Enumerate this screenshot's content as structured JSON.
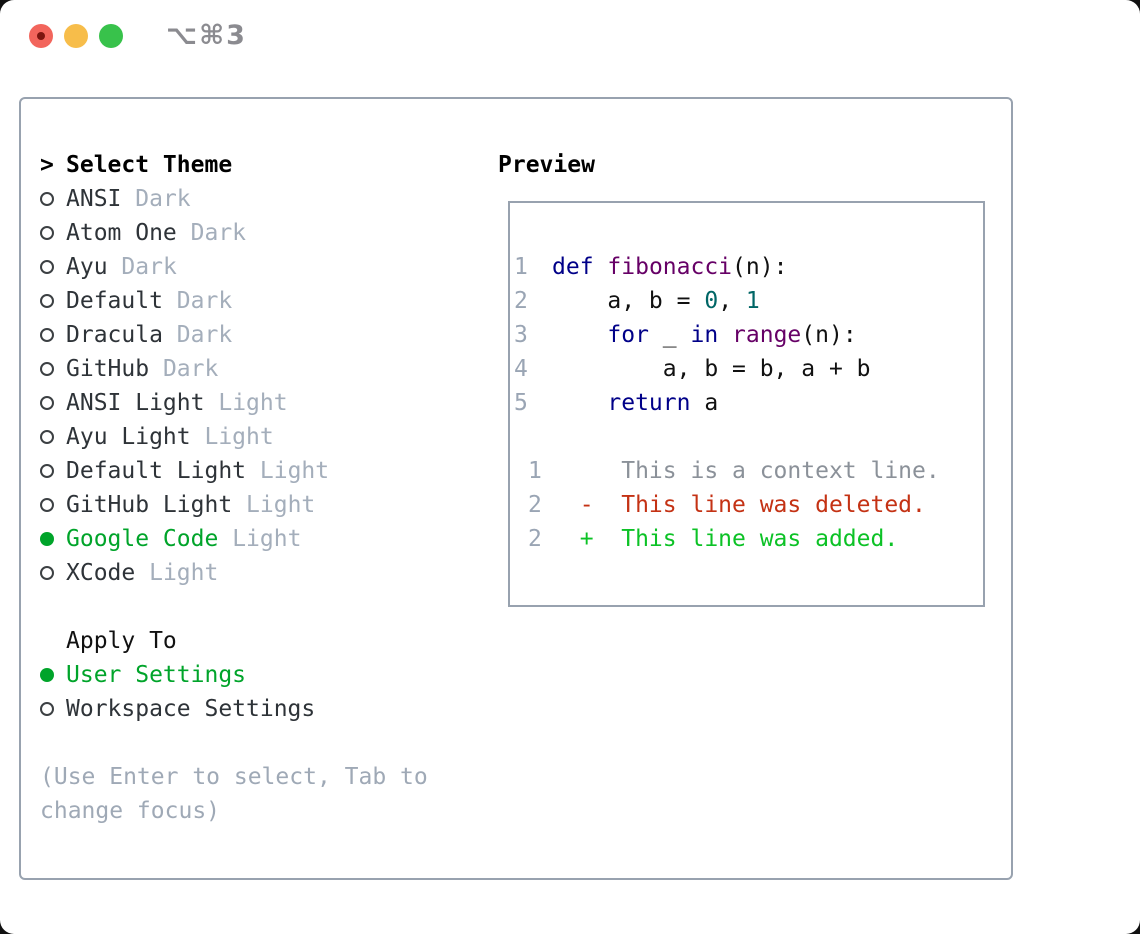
{
  "titlebar": {
    "shortcut": "⌥⌘3",
    "traffic_lights": [
      "close",
      "minimize",
      "maximize"
    ]
  },
  "theme_selector": {
    "prompt": ">",
    "title": "Select Theme",
    "items": [
      {
        "name": "ANSI",
        "variant": "Dark",
        "selected": false
      },
      {
        "name": "Atom One",
        "variant": "Dark",
        "selected": false
      },
      {
        "name": "Ayu",
        "variant": "Dark",
        "selected": false
      },
      {
        "name": "Default",
        "variant": "Dark",
        "selected": false
      },
      {
        "name": "Dracula",
        "variant": "Dark",
        "selected": false
      },
      {
        "name": "GitHub",
        "variant": "Dark",
        "selected": false
      },
      {
        "name": "ANSI Light",
        "variant": "Light",
        "selected": false
      },
      {
        "name": "Ayu Light",
        "variant": "Light",
        "selected": false
      },
      {
        "name": "Default Light",
        "variant": "Light",
        "selected": false
      },
      {
        "name": "GitHub Light",
        "variant": "Light",
        "selected": false
      },
      {
        "name": "Google Code",
        "variant": "Light",
        "selected": true
      },
      {
        "name": "XCode",
        "variant": "Light",
        "selected": false
      }
    ]
  },
  "apply_to": {
    "title": "Apply To",
    "options": [
      {
        "label": "User Settings",
        "selected": true
      },
      {
        "label": "Workspace Settings",
        "selected": false
      }
    ]
  },
  "footer_hint_lines": [
    "(Use Enter to select, Tab to",
    "change focus)"
  ],
  "preview": {
    "title": "Preview",
    "code_lines": [
      {
        "num": "1",
        "tokens": [
          [
            "def",
            "kwd"
          ],
          [
            " ",
            "pln"
          ],
          [
            "fibonacci",
            "typ"
          ],
          [
            "(n):",
            "pln"
          ]
        ]
      },
      {
        "num": "2",
        "tokens": [
          [
            "    a, b = ",
            "pln"
          ],
          [
            "0",
            "lit"
          ],
          [
            ", ",
            "pln"
          ],
          [
            "1",
            "lit"
          ]
        ]
      },
      {
        "num": "3",
        "tokens": [
          [
            "    ",
            "pln"
          ],
          [
            "for",
            "kwd"
          ],
          [
            " _ ",
            "pln"
          ],
          [
            "in",
            "kwd"
          ],
          [
            " ",
            "pln"
          ],
          [
            "range",
            "typ"
          ],
          [
            "(n):",
            "pln"
          ]
        ]
      },
      {
        "num": "4",
        "tokens": [
          [
            "        a, b = b, a + b",
            "pln"
          ]
        ]
      },
      {
        "num": "5",
        "tokens": [
          [
            "    ",
            "pln"
          ],
          [
            "return",
            "kwd"
          ],
          [
            " a",
            "pln"
          ]
        ]
      }
    ],
    "diff_lines": [
      {
        "num": "1",
        "kind": "ctx",
        "text": "     This is a context line."
      },
      {
        "num": "2",
        "kind": "del",
        "text": "  -  This line was deleted."
      },
      {
        "num": "2",
        "kind": "add",
        "text": "  +  This line was added."
      }
    ]
  },
  "colors": {
    "selection_green": "#00a42a",
    "diff_added_green": "#0cc226",
    "diff_deleted_red": "#c43214",
    "variant_muted_slate": "#a4aebb",
    "line_number_gray": "#9aa5b4",
    "context_gray": "#8b9199",
    "keyword_blue": "#000088",
    "function_purple": "#660066",
    "literal_teal": "#006666",
    "code_black": "#111111",
    "panel_border": "#98a2af",
    "titlebar_text_gray": "#8b8b90",
    "traffic_red": "#f2655c",
    "traffic_yellow": "#f7bd4a",
    "traffic_green": "#38c24b"
  }
}
